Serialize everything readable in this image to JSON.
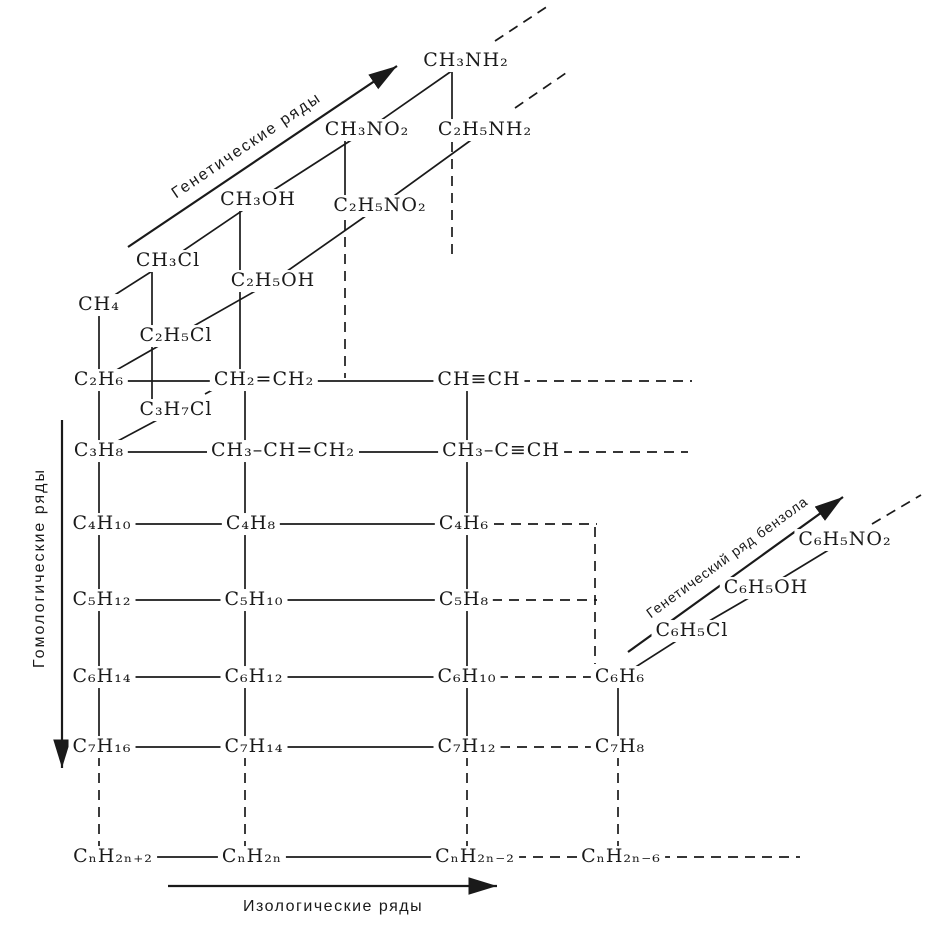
{
  "figure": {
    "background": "#ffffff",
    "ink": "#1a1a1a",
    "series_labels": {
      "genetic": "Генетические ряды",
      "homologous": "Гомологические ряды",
      "isologous": "Изологические ряды",
      "benzene_genetic": "Генетический ряд бензола"
    },
    "columns": {
      "alkanes": [
        "CH₄",
        "C₂H₆",
        "C₃H₈",
        "C₄H₁₀",
        "C₅H₁₂",
        "C₆H₁₄",
        "C₇H₁₆",
        "CₙH₂ₙ₊₂"
      ],
      "alkenes": [
        "CH₂=CH₂",
        "CH₃–CH=CH₂",
        "C₄H₈",
        "C₅H₁₀",
        "C₆H₁₂",
        "C₇H₁₄",
        "CₙH₂ₙ"
      ],
      "alkynes": [
        "CH≡CH",
        "CH₃–C≡CH",
        "C₄H₆",
        "C₅H₈",
        "C₆H₁₀",
        "C₇H₁₂",
        "CₙH₂ₙ₋₂"
      ],
      "aromatics": [
        "C₆H₆",
        "C₇H₈",
        "CₙH₂ₙ₋₆"
      ]
    },
    "genetic_rows": {
      "methane": [
        "CH₃Cl",
        "CH₃OH",
        "CH₃NO₂",
        "CH₃NH₂"
      ],
      "ethane": [
        "C₂H₅Cl",
        "C₂H₅OH",
        "C₂H₅NO₂",
        "C₂H₅NH₂"
      ],
      "propane": [
        "C₃H₇Cl"
      ],
      "benzene": [
        "C₆H₅Cl",
        "C₆H₅OH",
        "C₆H₅NO₂"
      ]
    }
  }
}
